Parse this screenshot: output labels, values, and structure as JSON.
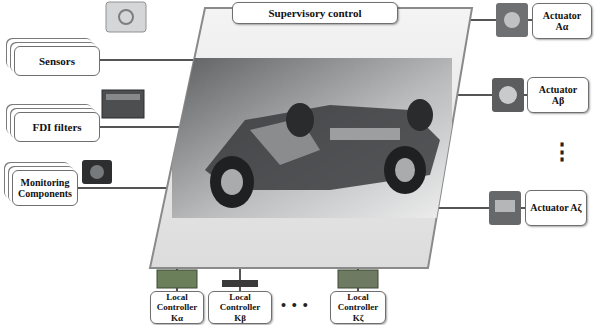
{
  "diagram": {
    "nodes": [
      {
        "text": [
          "Supervisory control"
        ]
      },
      {
        "text": [
          "Sensors"
        ]
      },
      {
        "text": [
          "FDI filters"
        ]
      },
      {
        "text": [
          "Monitoring Components"
        ]
      },
      {
        "text": [
          "Actuator Aα"
        ]
      },
      {
        "text": [
          "Actuator Aβ"
        ]
      },
      {
        "text": [
          "Actuator Aζ"
        ]
      },
      {
        "text": [
          "Local Controller Kα"
        ]
      },
      {
        "text": [
          "Local Controller Kβ"
        ]
      },
      {
        "text": [
          "Local Controller Kζ"
        ]
      }
    ],
    "labels": [
      "⋮",
      "• • •"
    ]
  }
}
